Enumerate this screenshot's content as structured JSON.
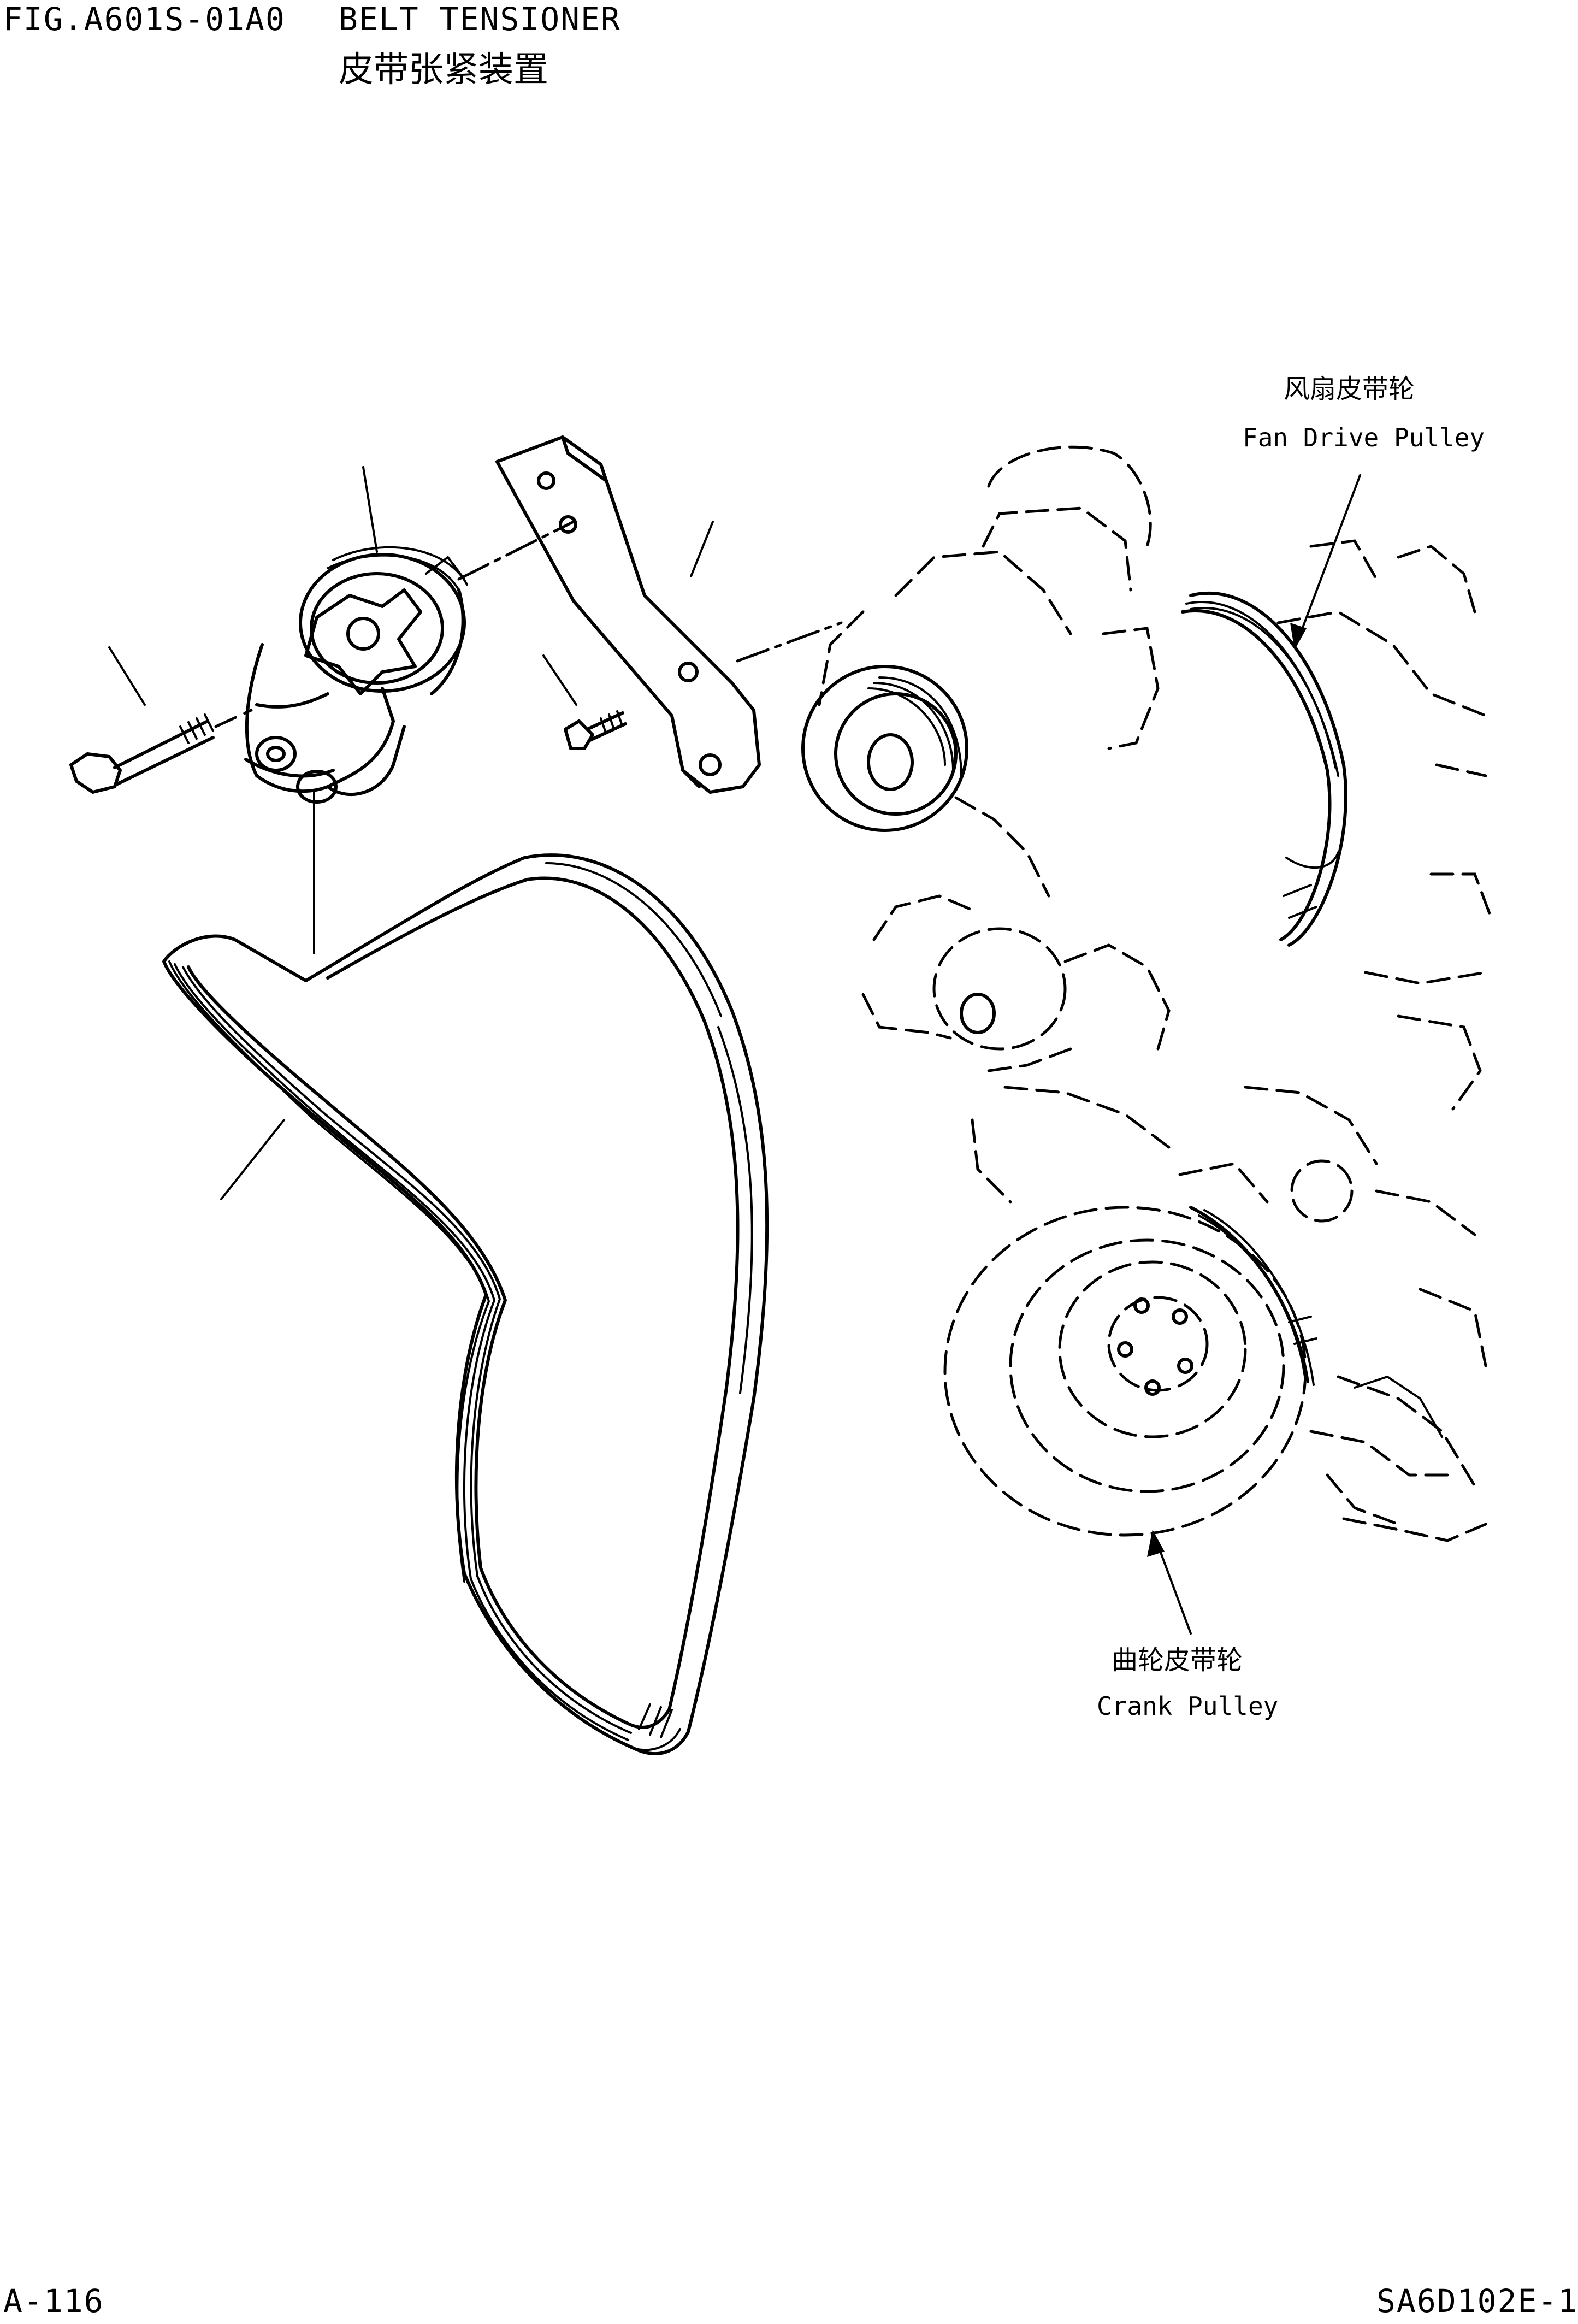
{
  "header": {
    "figure_code": "FIG.A601S-01A0",
    "title": "BELT TENSIONER",
    "title_cn": "皮带张紧装置"
  },
  "callouts": {
    "fan_drive_pulley_cn": "风扇皮带轮",
    "fan_drive_pulley": "Fan Drive Pulley",
    "crank_pulley_cn": "曲轮皮带轮",
    "crank_pulley": "Crank Pulley"
  },
  "footer": {
    "page_number": "A-116",
    "document_code": "SA6D102E-1"
  },
  "icons": {
    "tensioner": "belt-tensioner-assembly-icon",
    "bracket": "mounting-bracket-icon",
    "bolt": "flange-bolt-icon",
    "screw": "screw-icon",
    "belt": "v-ribbed-belt-icon",
    "engine": "engine-front-icon"
  },
  "colors": {
    "ink": "#000000",
    "paper": "#ffffff"
  }
}
